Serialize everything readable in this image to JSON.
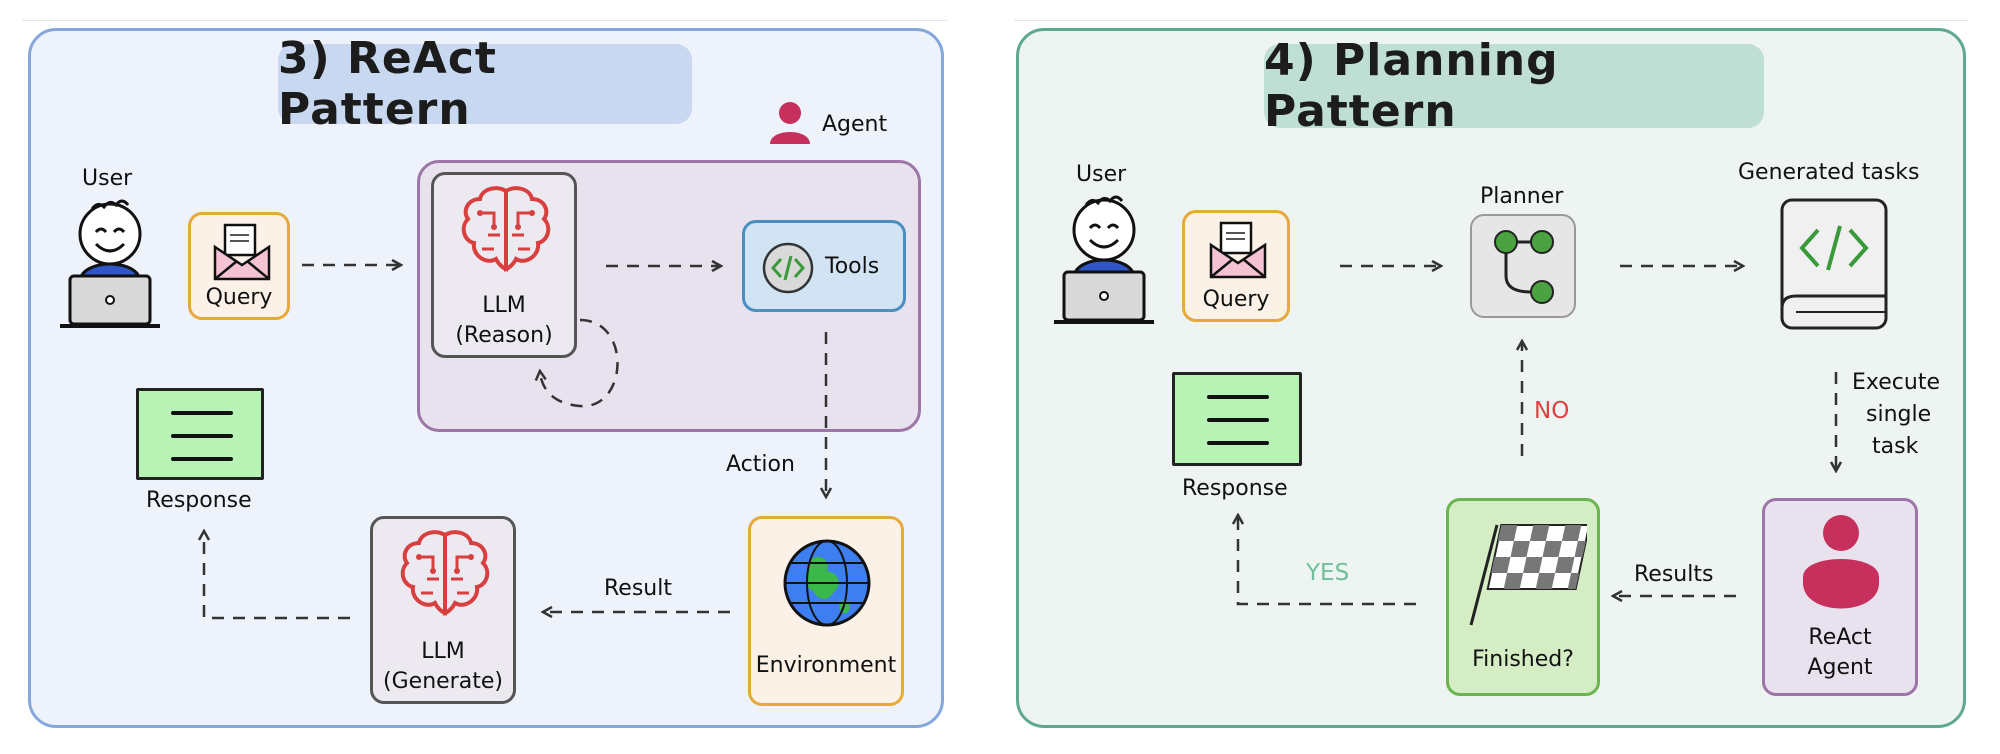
{
  "react": {
    "title": "3) ReAct Pattern",
    "agent_label": "Agent",
    "user_label": "User",
    "query_label": "Query",
    "llm_reason_line1": "LLM",
    "llm_reason_line2": "(Reason)",
    "tools_label": "Tools",
    "action_label": "Action",
    "environment_label": "Environment",
    "result_label": "Result",
    "llm_generate_line1": "LLM",
    "llm_generate_line2": "(Generate)",
    "response_label": "Response"
  },
  "planning": {
    "title": "4) Planning Pattern",
    "user_label": "User",
    "query_label": "Query",
    "planner_label": "Planner",
    "generated_tasks_label": "Generated tasks",
    "execute_line1": "Execute",
    "execute_line2": "single",
    "execute_line3": "task",
    "react_agent_line1": "ReAct",
    "react_agent_line2": "Agent",
    "results_label": "Results",
    "finished_label": "Finished?",
    "no_label": "NO",
    "yes_label": "YES",
    "response_label": "Response"
  },
  "colors": {
    "react_panel_bg": "#eef2fa",
    "react_panel_border": "#86a7dc",
    "react_title_bg": "#c8d8f0",
    "planning_panel_bg": "#edf4f1",
    "planning_panel_border": "#5fa890",
    "planning_title_bg": "#bfdfd5",
    "agent_box_bg": "#e8e2ef",
    "agent_box_border": "#9d75a8",
    "query_border": "#e6a93a",
    "brain_red": "#d84040",
    "agent_red": "#c72f5c",
    "response_green": "#b8f2b4",
    "tools_blue": "#d2e4f3",
    "tools_border": "#4a8fbf",
    "planner_green": "#4aa340",
    "no_red": "#e04040",
    "yes_green": "#6fbf9a"
  }
}
